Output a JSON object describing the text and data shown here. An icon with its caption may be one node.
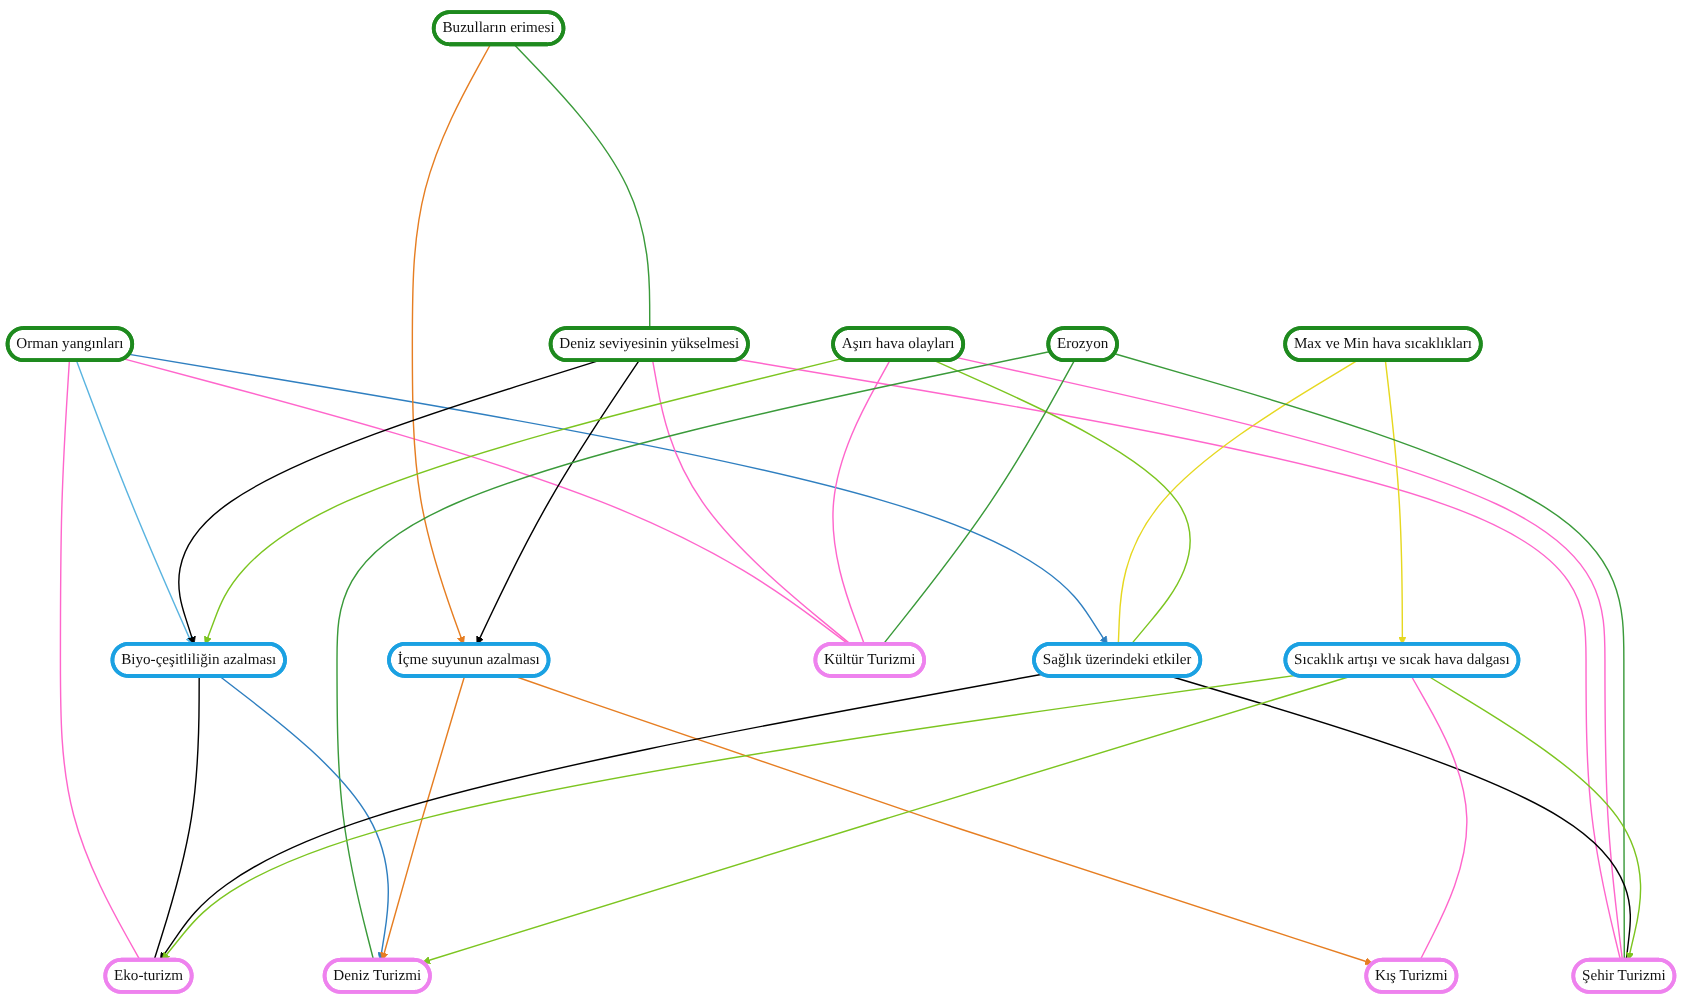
{
  "diagram": {
    "nodes": [
      {
        "text": [
          "Orman yangınları"
        ]
      },
      {
        "text": [
          "Buzulların erimesi"
        ]
      },
      {
        "text": [
          "Deniz seviyesinin yükselmesi"
        ]
      },
      {
        "text": [
          "Max ve Min hava sıcaklıkları"
        ]
      },
      {
        "text": [
          "Aşırı hava olayları"
        ]
      },
      {
        "text": [
          "Erozyon"
        ]
      },
      {
        "text": [
          "Biyo-çeşitliliğin azalması"
        ]
      },
      {
        "text": [
          "İçme suyunun azalması"
        ]
      },
      {
        "text": [
          "Sağlık üzerindeki etkiler"
        ]
      },
      {
        "text": [
          "Sıcaklık artışı ve sıcak hava dalgası"
        ]
      },
      {
        "text": [
          "Kültür Turizmi"
        ]
      },
      {
        "text": [
          "Kış Turizmi"
        ]
      },
      {
        "text": [
          "Deniz Turizmi"
        ]
      },
      {
        "text": [
          "Eko-turizm"
        ]
      },
      {
        "text": [
          "Şehir Turizmi"
        ]
      }
    ],
    "edges": [
      {
        "from": 1,
        "to": 2,
        "arrow": "none",
        "color": "#3a9a3a"
      },
      {
        "from": 0,
        "to": 6,
        "arrow": "to",
        "color": "#5ab4e0"
      },
      {
        "from": 0,
        "to": 8,
        "arrow": "to",
        "color": "#2f7fc0"
      },
      {
        "from": 0,
        "to": 13,
        "arrow": "none",
        "color": "#ff66cc"
      },
      {
        "from": 0,
        "to": 10,
        "arrow": "none",
        "color": "#ff66cc"
      },
      {
        "from": 1,
        "to": 7,
        "arrow": "to",
        "color": "#e67e22"
      },
      {
        "from": 2,
        "to": 6,
        "arrow": "to",
        "color": "#000000"
      },
      {
        "from": 2,
        "to": 7,
        "arrow": "to",
        "color": "#000000"
      },
      {
        "from": 2,
        "to": 14,
        "arrow": "none",
        "color": "#ff66cc"
      },
      {
        "from": 2,
        "to": 10,
        "arrow": "none",
        "color": "#ff66cc"
      },
      {
        "from": 3,
        "to": 8,
        "arrow": "none",
        "color": "#e6d820"
      },
      {
        "from": 3,
        "to": 9,
        "arrow": "to",
        "color": "#e6d820"
      },
      {
        "from": 4,
        "to": 6,
        "arrow": "to",
        "color": "#7cc520"
      },
      {
        "from": 4,
        "to": 8,
        "arrow": "none",
        "color": "#7cc520"
      },
      {
        "from": 4,
        "to": 14,
        "arrow": "none",
        "color": "#ff66cc"
      },
      {
        "from": 4,
        "to": 10,
        "arrow": "none",
        "color": "#ff66cc"
      },
      {
        "from": 5,
        "to": 12,
        "arrow": "none",
        "color": "#3a9a3a"
      },
      {
        "from": 5,
        "to": 14,
        "arrow": "none",
        "color": "#3a9a3a"
      },
      {
        "from": 5,
        "to": 10,
        "arrow": "none",
        "color": "#3a9a3a"
      },
      {
        "from": 6,
        "to": 13,
        "arrow": "none",
        "color": "#000000"
      },
      {
        "from": 6,
        "to": 12,
        "arrow": "to",
        "color": "#2f7fc0"
      },
      {
        "from": 7,
        "to": 11,
        "arrow": "to",
        "color": "#e67e22"
      },
      {
        "from": 7,
        "to": 12,
        "arrow": "to",
        "color": "#e67e22"
      },
      {
        "from": 8,
        "to": 13,
        "arrow": "to",
        "color": "#000000"
      },
      {
        "from": 8,
        "to": 14,
        "arrow": "none",
        "color": "#000000"
      },
      {
        "from": 9,
        "to": 11,
        "arrow": "none",
        "color": "#ff66cc"
      },
      {
        "from": 9,
        "to": 12,
        "arrow": "to",
        "color": "#7cc520"
      },
      {
        "from": 9,
        "to": 14,
        "arrow": "to",
        "color": "#7cc520"
      },
      {
        "from": 9,
        "to": 13,
        "arrow": "to",
        "color": "#7cc520"
      }
    ]
  }
}
